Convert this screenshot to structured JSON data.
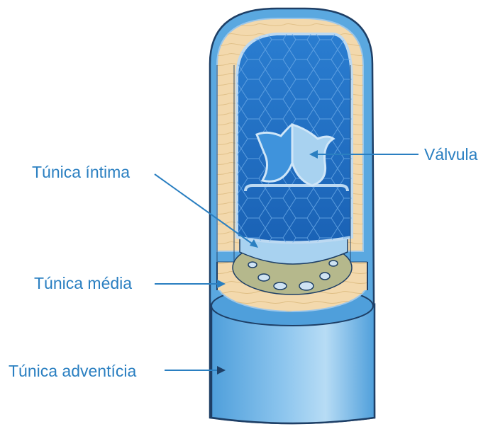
{
  "labels": {
    "valvula": "Válvula",
    "tunica_intima": "Túnica íntima",
    "tunica_media": "Túnica média",
    "tunica_adventicia": "Túnica adventícia"
  },
  "colors": {
    "label_text": "#2a7fc1",
    "outer_blue": "#5aa8e0",
    "adventitia_light": "#a9d4f2",
    "media_tan": "#f3d9ad",
    "intima_olive": "#b5b88c",
    "lumen_blue": "#1e6fc6",
    "valve_light": "#a8d2f0"
  }
}
